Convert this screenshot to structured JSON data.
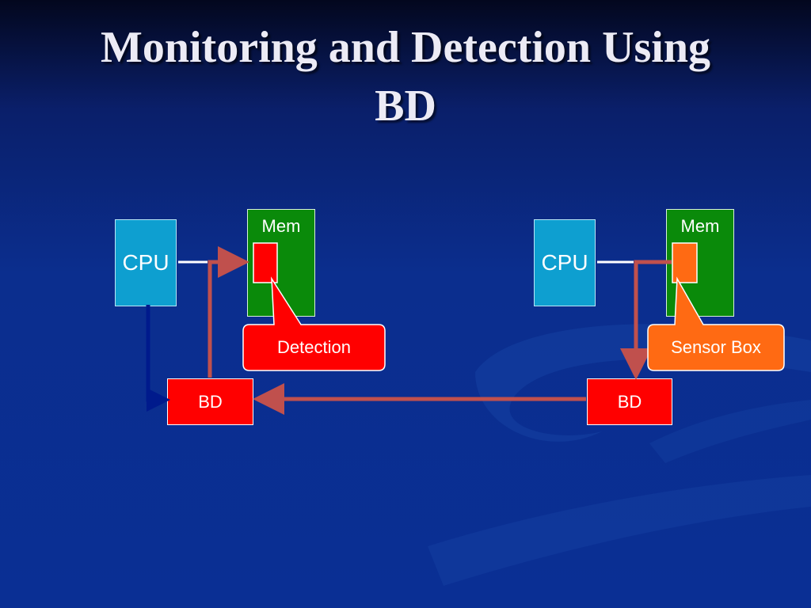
{
  "slide": {
    "title_line1": "Monitoring and Detection Using",
    "title_line2": "BD"
  },
  "diagram": {
    "left_system": {
      "cpu_label": "CPU",
      "mem_label": "Mem",
      "bd_label": "BD",
      "callout_label": "Detection"
    },
    "right_system": {
      "cpu_label": "CPU",
      "mem_label": "Mem",
      "bd_label": "BD",
      "callout_label": "Sensor Box"
    }
  },
  "colors": {
    "background": "#0a2f94",
    "cpu": "#0e9fd0",
    "memory": "#0a8a0a",
    "bd": "#ff0000",
    "detection_callout": "#ff0000",
    "sensor_callout": "#ff6a13",
    "arrow_red": "#c0504d",
    "arrow_blue": "#001a8c"
  }
}
